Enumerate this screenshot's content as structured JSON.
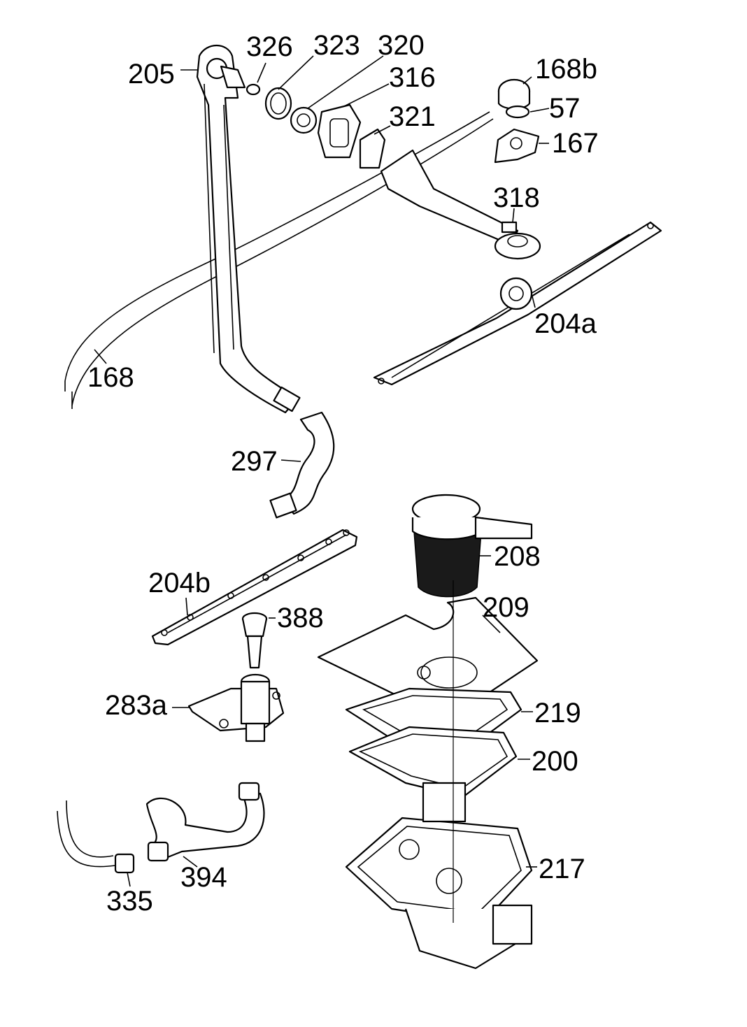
{
  "labels": {
    "l205": "205",
    "l326": "326",
    "l323": "323",
    "l320": "320",
    "l316": "316",
    "l321": "321",
    "l168b": "168b",
    "l57": "57",
    "l167": "167",
    "l318": "318",
    "l204a": "204a",
    "l168": "168",
    "l297": "297",
    "l208": "208",
    "l209": "209",
    "l204b": "204b",
    "l388": "388",
    "l283a": "283a",
    "l219": "219",
    "l200": "200",
    "l217": "217",
    "l394": "394",
    "l335": "335"
  }
}
